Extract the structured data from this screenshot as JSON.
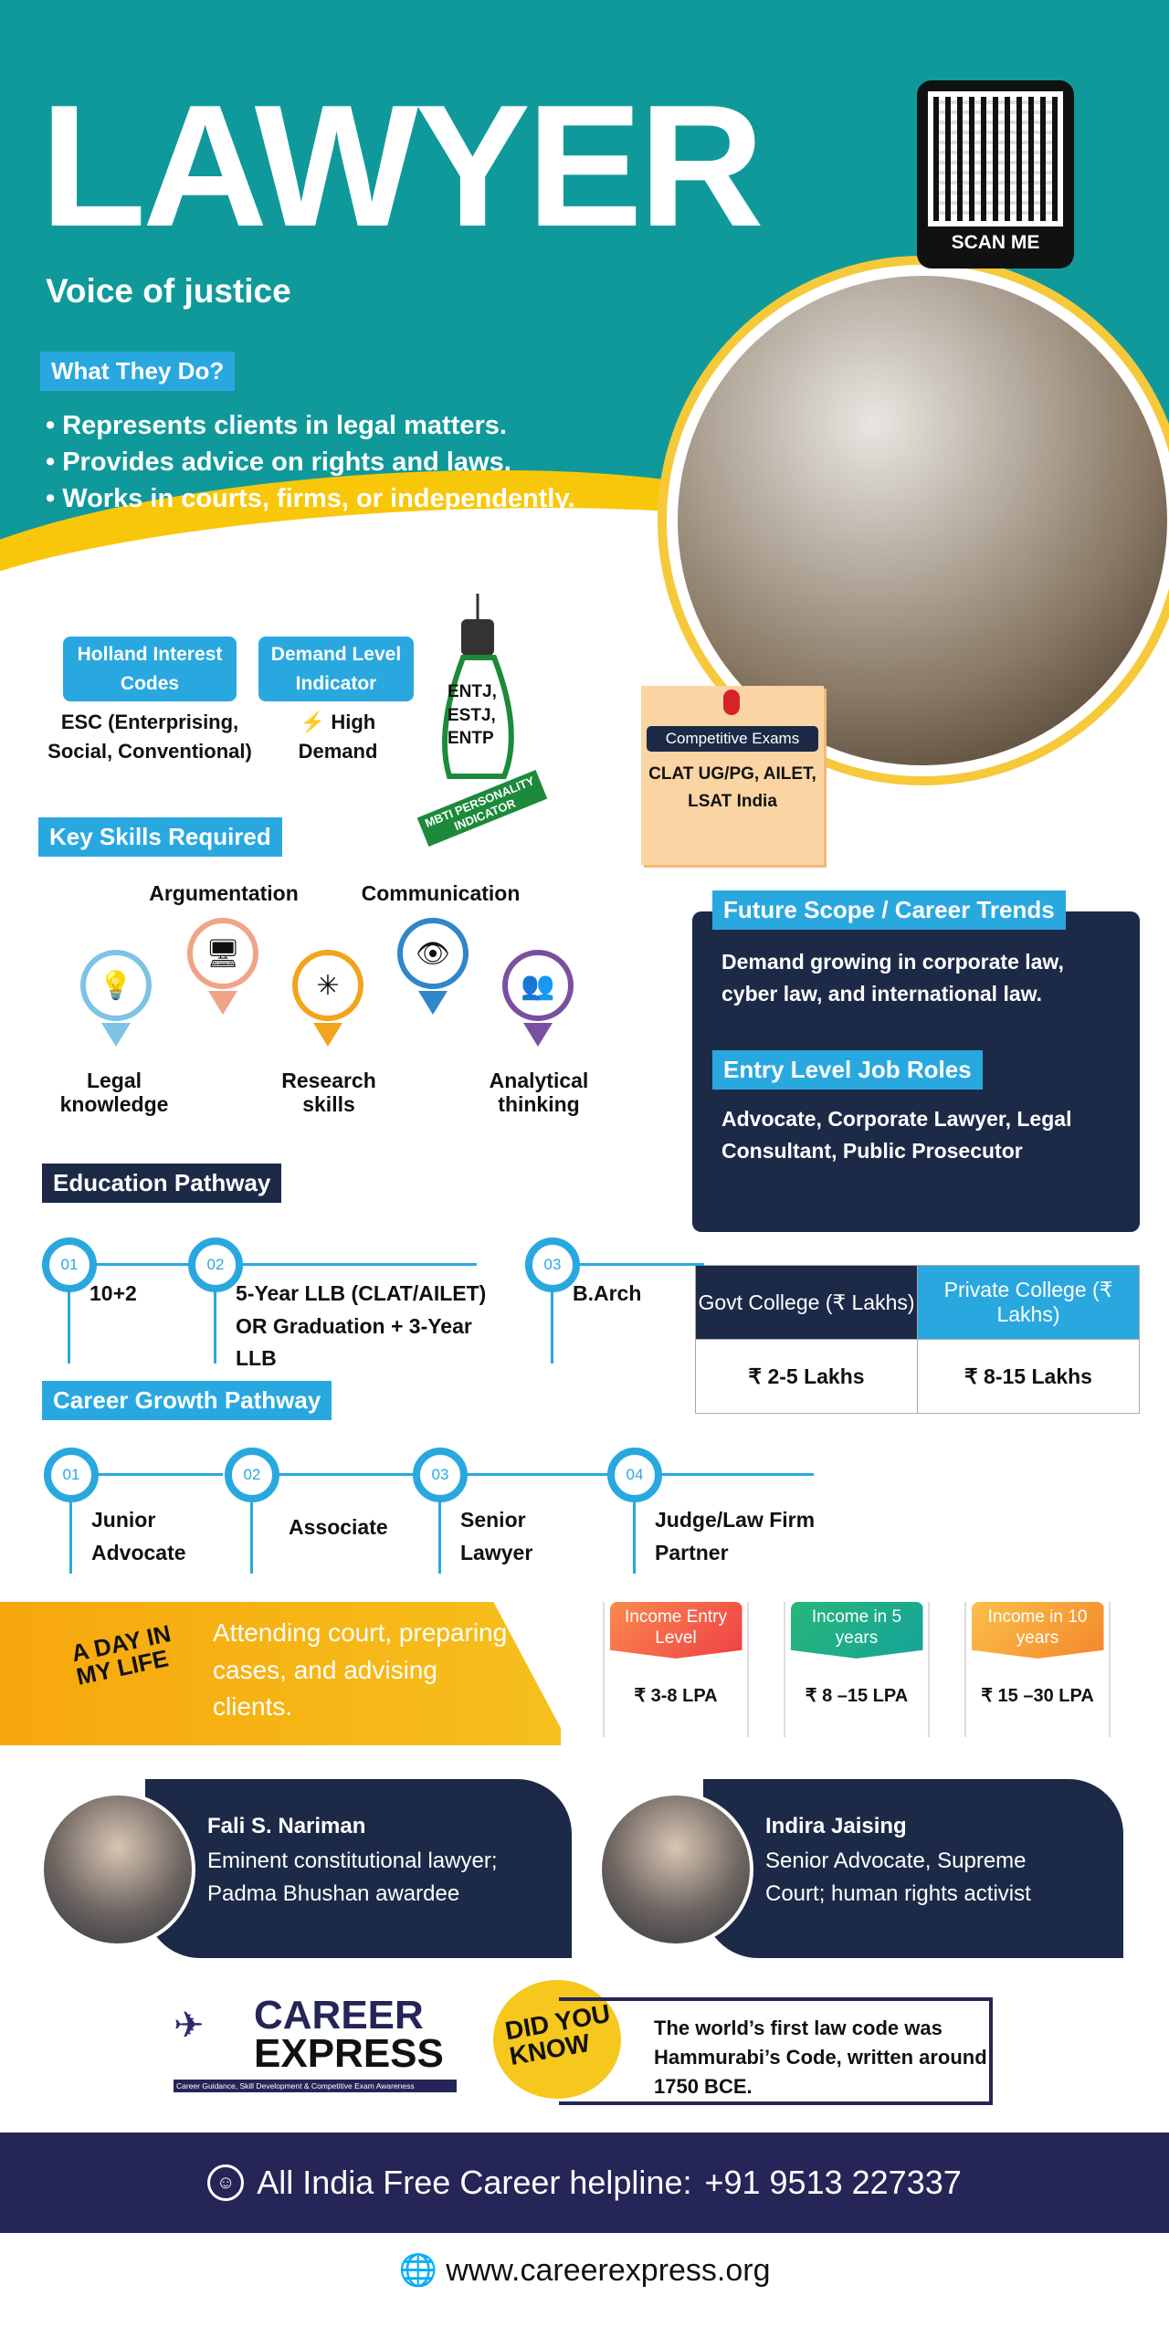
{
  "header": {
    "title": "LAWYER",
    "subtitle": "Voice of justice",
    "qr_label": "SCAN ME"
  },
  "what_they_do": {
    "label": "What They Do?",
    "bullets": [
      "Represents clients in legal matters.",
      "Provides advice on rights and laws.",
      "Works in courts, firms, or independently."
    ]
  },
  "holland": {
    "label": "Holland Interest Codes",
    "value": "ESC (Enterprising, Social, Conventional)"
  },
  "demand": {
    "label": "Demand Level Indicator",
    "icon": "lightning-icon",
    "value": "High Demand"
  },
  "mbti": {
    "types": [
      "ENTJ,",
      "ESTJ,",
      "ENTP"
    ],
    "banner": "MBTI PERSONALITY INDICATOR"
  },
  "exams": {
    "label": "Competitive Exams",
    "value": "CLAT UG/PG, AILET, LSAT India"
  },
  "skills": {
    "label": "Key Skills Required",
    "items": [
      "Legal knowledge",
      "Argumentation",
      "Research skills",
      "Communication",
      "Analytical thinking"
    ],
    "colors": [
      "#7cc3e6",
      "#f0a487",
      "#f3a31c",
      "#2f86c8",
      "#7a4fa0"
    ]
  },
  "future": {
    "label": "Future Scope / Career Trends",
    "text": "Demand growing in corporate law, cyber law, and international law."
  },
  "entry_roles": {
    "label": "Entry Level Job Roles",
    "text": "Advocate, Corporate Lawyer, Legal Consultant, Public Prosecutor"
  },
  "education": {
    "label": "Education Pathway",
    "steps": [
      {
        "num": "01",
        "text": "10+2"
      },
      {
        "num": "02",
        "text": "5-Year LLB (CLAT/AILET) OR Graduation  + 3-Year LLB"
      },
      {
        "num": "03",
        "text": "B.Arch"
      }
    ]
  },
  "fees": {
    "headers": [
      "Govt College (₹ Lakhs)",
      "Private College (₹ Lakhs)"
    ],
    "values": [
      "₹ 2-5 Lakhs",
      "₹ 8-15 Lakhs"
    ]
  },
  "growth": {
    "label": "Career Growth Pathway",
    "steps": [
      {
        "num": "01",
        "text": "Junior Advocate"
      },
      {
        "num": "02",
        "text": "Associate"
      },
      {
        "num": "03",
        "text": "Senior Lawyer"
      },
      {
        "num": "04",
        "text": "Judge/Law Firm Partner"
      }
    ]
  },
  "day": {
    "badge": "A DAY IN MY LIFE",
    "text": "Attending court, preparing cases, and advising clients."
  },
  "income": [
    {
      "label": "Income Entry Level",
      "value": "₹ 3-8 LPA"
    },
    {
      "label": "Income in 5 years",
      "value": "₹ 8 –15 LPA"
    },
    {
      "label": "Income in 10 years",
      "value": "₹ 15 –30 LPA"
    }
  ],
  "people": [
    {
      "name": "Fali S. Nariman",
      "desc": "Eminent constitutional lawyer; Padma Bhushan awardee"
    },
    {
      "name": "Indira Jaising",
      "desc": "Senior Advocate, Supreme Court; human rights activist"
    }
  ],
  "brand": {
    "name1": "CAREER",
    "name2": "EXPRESS",
    "tagline": "Career Guidance, Skill Development & Competitive Exam Awareness"
  },
  "did_you_know": {
    "badge": "DID YOU KNOW",
    "text": "The world’s first law code was Hammurabi’s Code, written around 1750 BCE."
  },
  "footer": {
    "helpline_label": "All India Free Career helpline:",
    "phone": "+91 9513 227337",
    "website": "www.careerexpress.org"
  }
}
